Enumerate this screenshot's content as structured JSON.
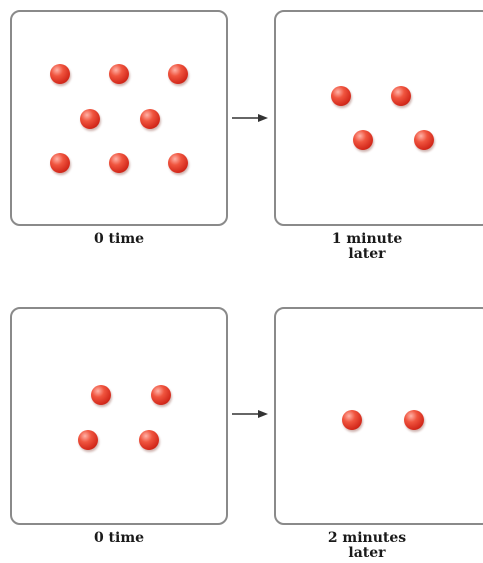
{
  "panels": [
    {
      "caption": "0 time",
      "count": 8
    },
    {
      "caption": "1 minute\nlater",
      "count": 4
    },
    {
      "caption": "0 time",
      "count": 4
    },
    {
      "caption": "2 minutes\nlater",
      "count": 2
    }
  ],
  "colors": {
    "box_border": "#8a8a8a",
    "ball": "#e03a28",
    "arrow": "#333333",
    "text": "#1a1a1a"
  },
  "icons": {
    "arrow": "right-arrow-icon",
    "ball": "particle-ball-icon"
  }
}
